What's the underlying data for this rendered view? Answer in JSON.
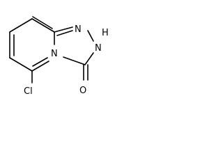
{
  "molecule": {
    "atoms": {
      "n1": "N",
      "n2": "N",
      "n4": "N",
      "h_on_n2": "H",
      "o": "O",
      "cl": "Cl"
    }
  }
}
